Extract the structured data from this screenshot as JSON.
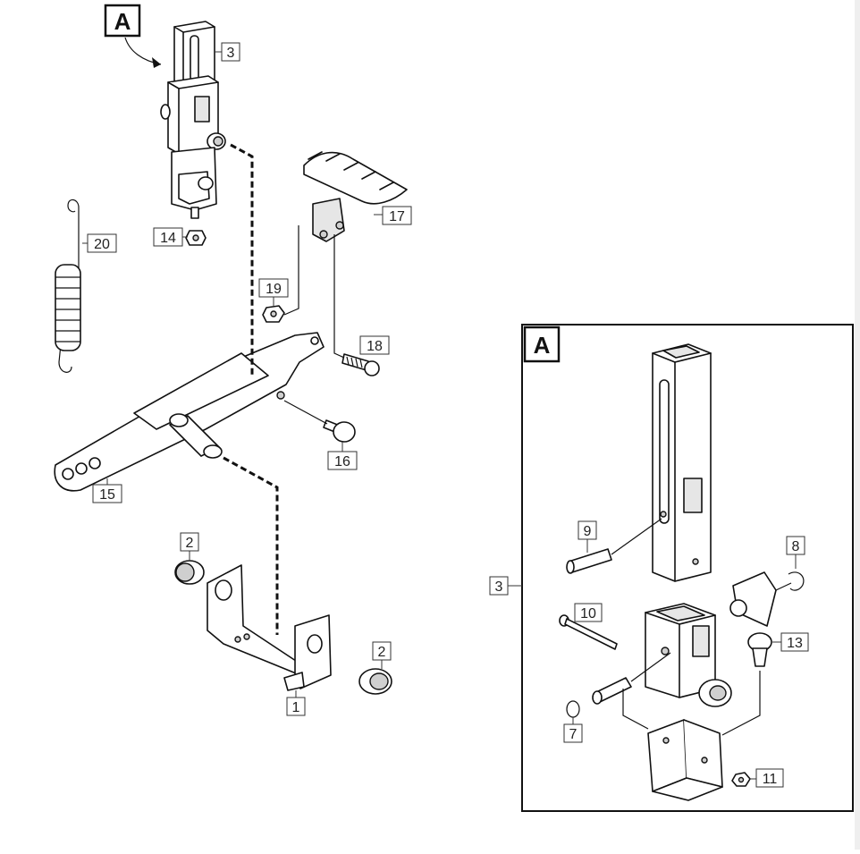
{
  "diagram": {
    "detail_marker": "A",
    "inset_marker": "A",
    "callouts": [
      {
        "id": "c3",
        "label": "3"
      },
      {
        "id": "c14",
        "label": "14"
      },
      {
        "id": "c20",
        "label": "20"
      },
      {
        "id": "c17",
        "label": "17"
      },
      {
        "id": "c19",
        "label": "19"
      },
      {
        "id": "c18",
        "label": "18"
      },
      {
        "id": "c16",
        "label": "16"
      },
      {
        "id": "c15",
        "label": "15"
      },
      {
        "id": "c2a",
        "label": "2"
      },
      {
        "id": "c2b",
        "label": "2"
      },
      {
        "id": "c1",
        "label": "1"
      }
    ],
    "inset_callouts": [
      {
        "id": "i3",
        "label": "3"
      },
      {
        "id": "i9",
        "label": "9"
      },
      {
        "id": "i8",
        "label": "8"
      },
      {
        "id": "i10",
        "label": "10"
      },
      {
        "id": "i13",
        "label": "13"
      },
      {
        "id": "i7",
        "label": "7"
      },
      {
        "id": "i11",
        "label": "11"
      }
    ]
  },
  "colors": {
    "line": "#111111",
    "background": "#ffffff",
    "callout_border": "#333333"
  }
}
